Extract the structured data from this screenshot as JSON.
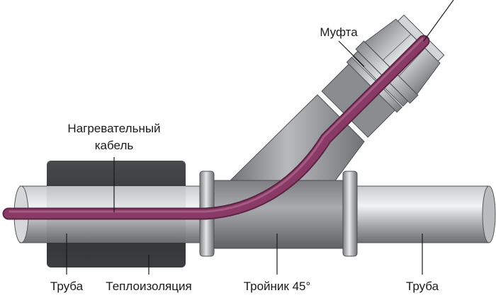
{
  "labels": {
    "coupling": "Муфта",
    "heating_cable_line1": "Нагревательный",
    "heating_cable_line2": "кабель",
    "pipe_left": "Труба",
    "insulation": "Теплоизоляция",
    "tee": "Тройник 45°",
    "pipe_right": "Труба"
  },
  "colors": {
    "cable": "#8a3a66",
    "pipe": "#9a9ca0",
    "insulation": "#3c3d41",
    "fitting": "#8d8f93",
    "text": "#1a1a1a"
  }
}
